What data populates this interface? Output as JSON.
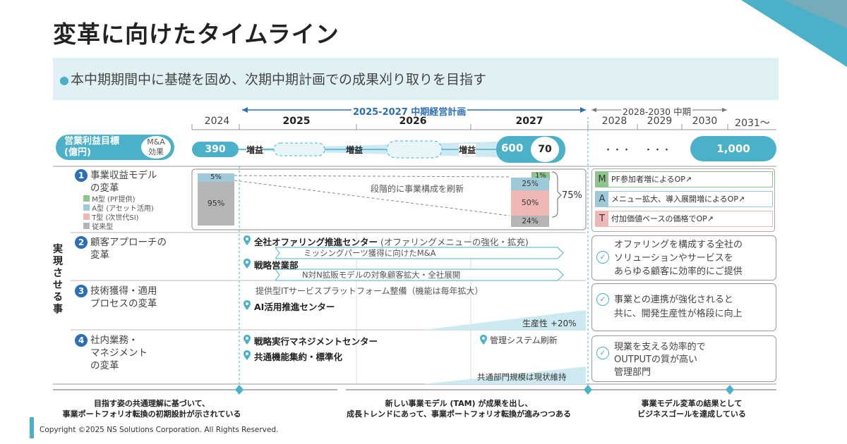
{
  "title": "変革に向けたタイムライン",
  "banner": "本中期期間中に基礎を固め、次期中期計画での成果刈り取りを目指す",
  "periods": {
    "mid": "2025-2027 中期経営計画",
    "next": "2028-2030 中期"
  },
  "years": [
    "2024",
    "2025",
    "2026",
    "2027",
    "2028",
    "2029",
    "2030",
    "2031～"
  ],
  "profit": {
    "label_line1": "営業利益目標",
    "label_line2": "(億円)",
    "ma_line1": "M&A",
    "ma_line2": "効果",
    "v2024": "390",
    "increase": "増益",
    "v2027": "600",
    "v2027_ma": "70",
    "dots": "・・・",
    "v2031": "1,000"
  },
  "side_label": "実現させる事",
  "sections": {
    "s1": {
      "num": "1",
      "line1": "事業収益モデル",
      "line2": "の変革",
      "legend": [
        {
          "label": "M型 (PF提供)",
          "color": "#8dc58d"
        },
        {
          "label": "A型 (アセット活用)",
          "color": "#9ec9d9"
        },
        {
          "label": "T型 (次世代SI)",
          "color": "#f0b7b7"
        },
        {
          "label": "従来型",
          "color": "#b5b5b5"
        }
      ],
      "bar2024": {
        "top": "5%",
        "main": "95%"
      },
      "shift_note": "段階的に事業構成を刷新",
      "bar2027": {
        "m": "1%",
        "a": "25%",
        "t": "50%",
        "legacy": "24%"
      },
      "total": "75%",
      "outcomes": [
        {
          "letter": "M",
          "text": "PF参加者増によるOP↗",
          "color": "#8dc58d"
        },
        {
          "letter": "A",
          "text": "メニュー拡大、導入展開増によるOP↗",
          "color": "#9ec9d9"
        },
        {
          "letter": "T",
          "text": "付加価値ベースの価格でOP↗",
          "color": "#f0b7b7"
        }
      ]
    },
    "s2": {
      "num": "2",
      "line1": "顧客アプローチの",
      "line2": "変革",
      "center1": "全社オファリング推進センター",
      "center1_note": "(オファリングメニューの強化・拡充)",
      "arrow1": "ミッシングパーツ獲得に向けたM&A",
      "center2": "戦略営業部",
      "arrow2": "N対N拡販モデルの対象顧客拡大・全社展開",
      "outcome_line1": "オファリングを構成する全社の",
      "outcome_line2": "ソリューションやサービスを",
      "outcome_line3": "あらゆる顧客に効率的にご提供"
    },
    "s3": {
      "num": "3",
      "line1": "技術獲得・適用",
      "line2": "プロセスの変革",
      "note": "提供型ITサービスプラットフォーム整備（機能は毎年拡大）",
      "center": "AI活用推進センター",
      "productivity": "生産性 +20%",
      "outcome_line1": "事業との連携が強化されると",
      "outcome_line2": "共に、開発生産性が格段に向上"
    },
    "s4": {
      "num": "4",
      "line1": "社内業務・",
      "line2": "マネジメント",
      "line3": "の変革",
      "center1": "戦略実行マネジメントセンター",
      "system": "管理システム刷新",
      "center2": "共通機能集約・標準化",
      "common": "共通部門規模は現状維持",
      "outcome_line1": "現業を支える効率的で",
      "outcome_line2": "OUTPUTの質が高い",
      "outcome_line3": "管理部門"
    }
  },
  "footer": {
    "f1_line1": "目指す姿の共通理解に基づいて、",
    "f1_line2": "事業ポートフォリオ転換の初期設計が示されている",
    "f2_line1": "新しい事業モデル (TAM) が成果を出し、",
    "f2_line2": "成長トレンドにあって、事業ポートフォリオ転換が進みつつある",
    "f3_line1": "事業モデル変革の結果として",
    "f3_line2": "ビジネスゴールを達成している"
  },
  "copyright": "Copyright ©2025 NS Solutions Corporation. All Rights Reserved.",
  "colors": {
    "accent": "#4ab1c9",
    "navy": "#2b6fb6",
    "light": "#dff1f5"
  }
}
